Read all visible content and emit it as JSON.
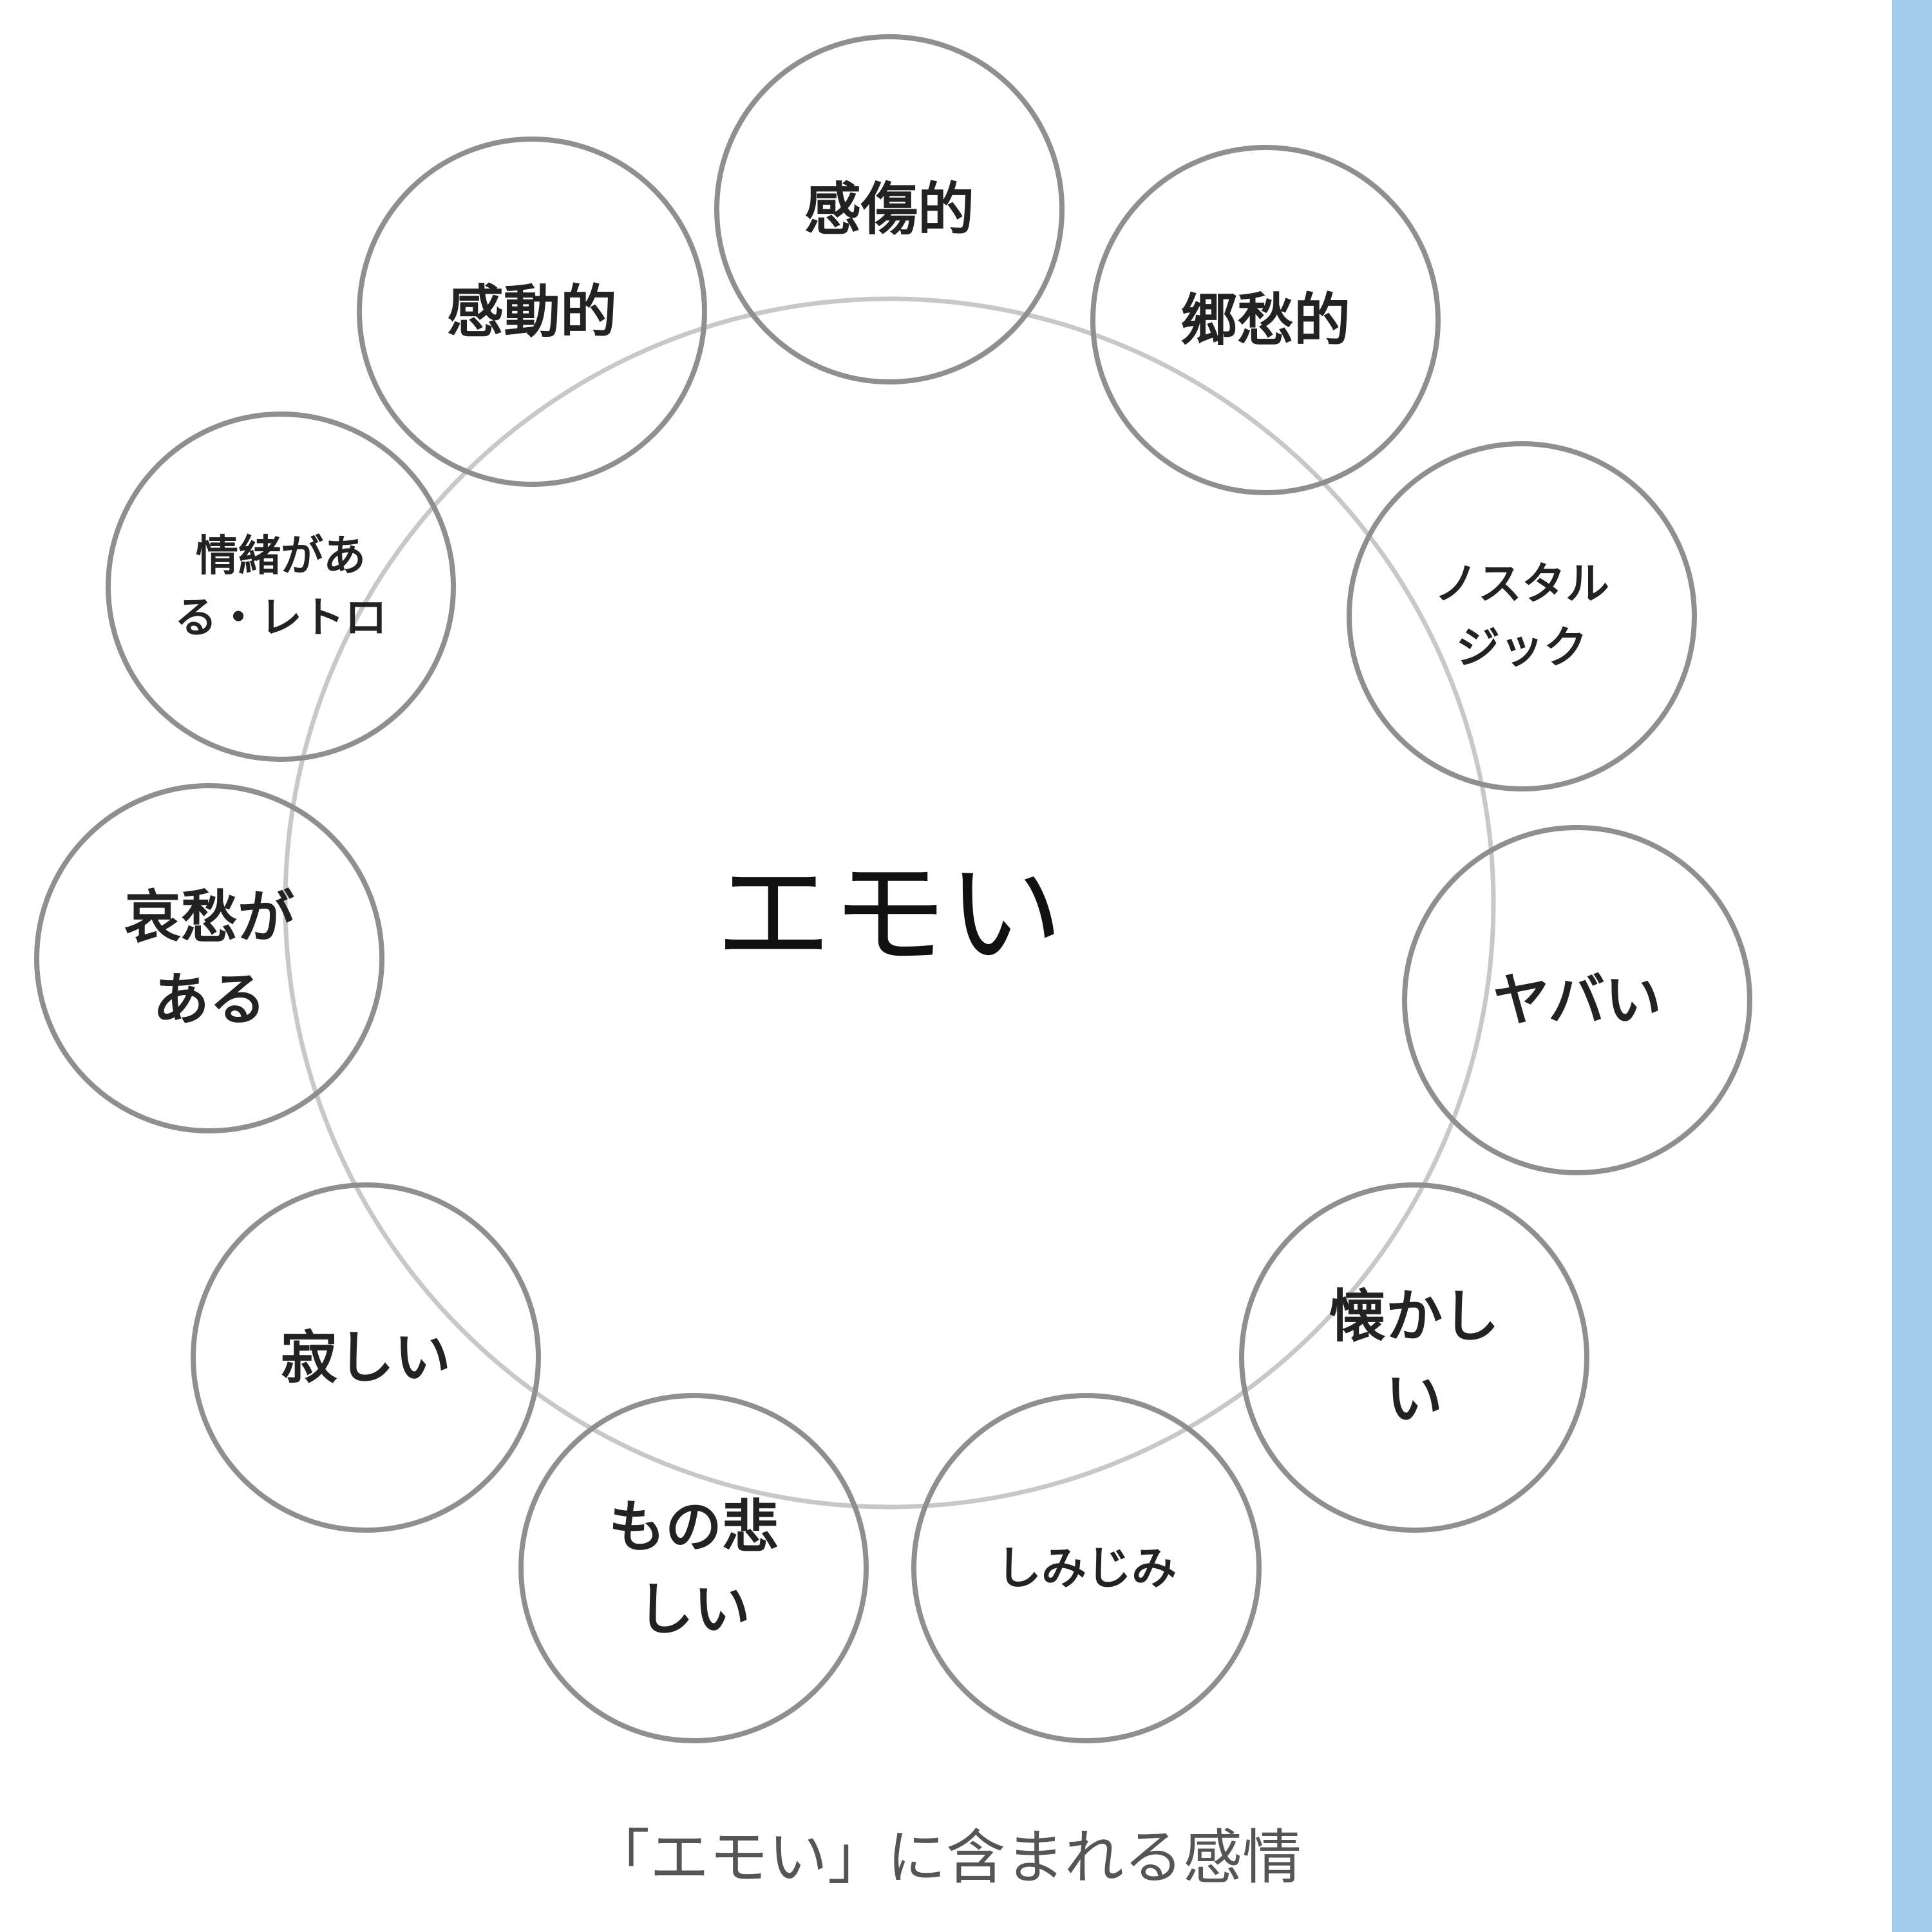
{
  "center_label": "エモい",
  "caption": "「エモい」に含まれる感情",
  "nodes": [
    {
      "lines": [
        "感傷的"
      ]
    },
    {
      "lines": [
        "郷愁的"
      ]
    },
    {
      "lines": [
        "ノスタル",
        "ジック"
      ]
    },
    {
      "lines": [
        "ヤバい"
      ]
    },
    {
      "lines": [
        "懐かし",
        "い"
      ]
    },
    {
      "lines": [
        "しみじみ"
      ]
    },
    {
      "lines": [
        "もの悲",
        "しい"
      ]
    },
    {
      "lines": [
        "寂しい"
      ]
    },
    {
      "lines": [
        "哀愁が",
        "ある"
      ]
    },
    {
      "lines": [
        "情緒があ",
        "る・レトロ"
      ]
    },
    {
      "lines": [
        "感動的"
      ]
    }
  ],
  "colors": {
    "circle_stroke": "#8f8f8f",
    "ring_stroke": "#c8c8c8",
    "side_bar": "#a6ccec"
  }
}
